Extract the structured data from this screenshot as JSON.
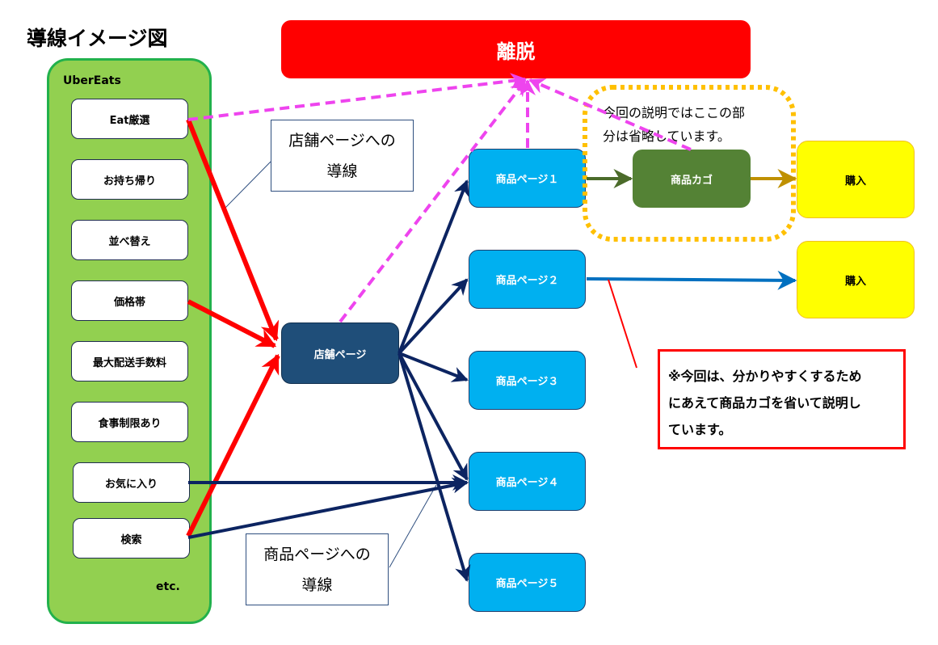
{
  "title": "導線イメージ図",
  "panel": {
    "label": "UberEats",
    "etc": "etc.",
    "filters": [
      {
        "label": "Eat厳選"
      },
      {
        "label": "お持ち帰り"
      },
      {
        "label": "並べ替え"
      },
      {
        "label": "価格帯"
      },
      {
        "label": "最大配送手数料"
      },
      {
        "label": "食事制限あり"
      },
      {
        "label": "お気に入り"
      },
      {
        "label": "検索"
      }
    ]
  },
  "exit": {
    "label": "離脱"
  },
  "store_page": {
    "label": "店舗ページ"
  },
  "product_pages": [
    {
      "label": "商品ページ１"
    },
    {
      "label": "商品ページ２"
    },
    {
      "label": "商品ページ３"
    },
    {
      "label": "商品ページ４"
    },
    {
      "label": "商品ページ５"
    }
  ],
  "cart": {
    "label": "商品カゴ"
  },
  "purchase": [
    {
      "label": "購入"
    },
    {
      "label": "購入"
    }
  ],
  "callouts": {
    "store_route": {
      "line1": "店舗ページへの",
      "line2": "導線"
    },
    "product_route": {
      "line1": "商品ページへの",
      "line2": "導線"
    }
  },
  "omit_note": {
    "line1": "今回の説明ではここの部",
    "line2": "分は省略しています。"
  },
  "red_note": {
    "line1": "※今回は、分かりやすくするため",
    "line2": "にあえて商品カゴを省いて説明し",
    "line3": "ています。"
  },
  "colors": {
    "exit": "#ff0000",
    "panel": "#92d050",
    "store_page": "#1f4e79",
    "product_page": "#00b0f0",
    "cart": "#548235",
    "purchase": "#ffff00",
    "exit_arrow": "#ee44ee",
    "to_store_arrow": "#ff0000",
    "to_product_arrow": "#0c2461",
    "omit_border": "#ffc000"
  }
}
